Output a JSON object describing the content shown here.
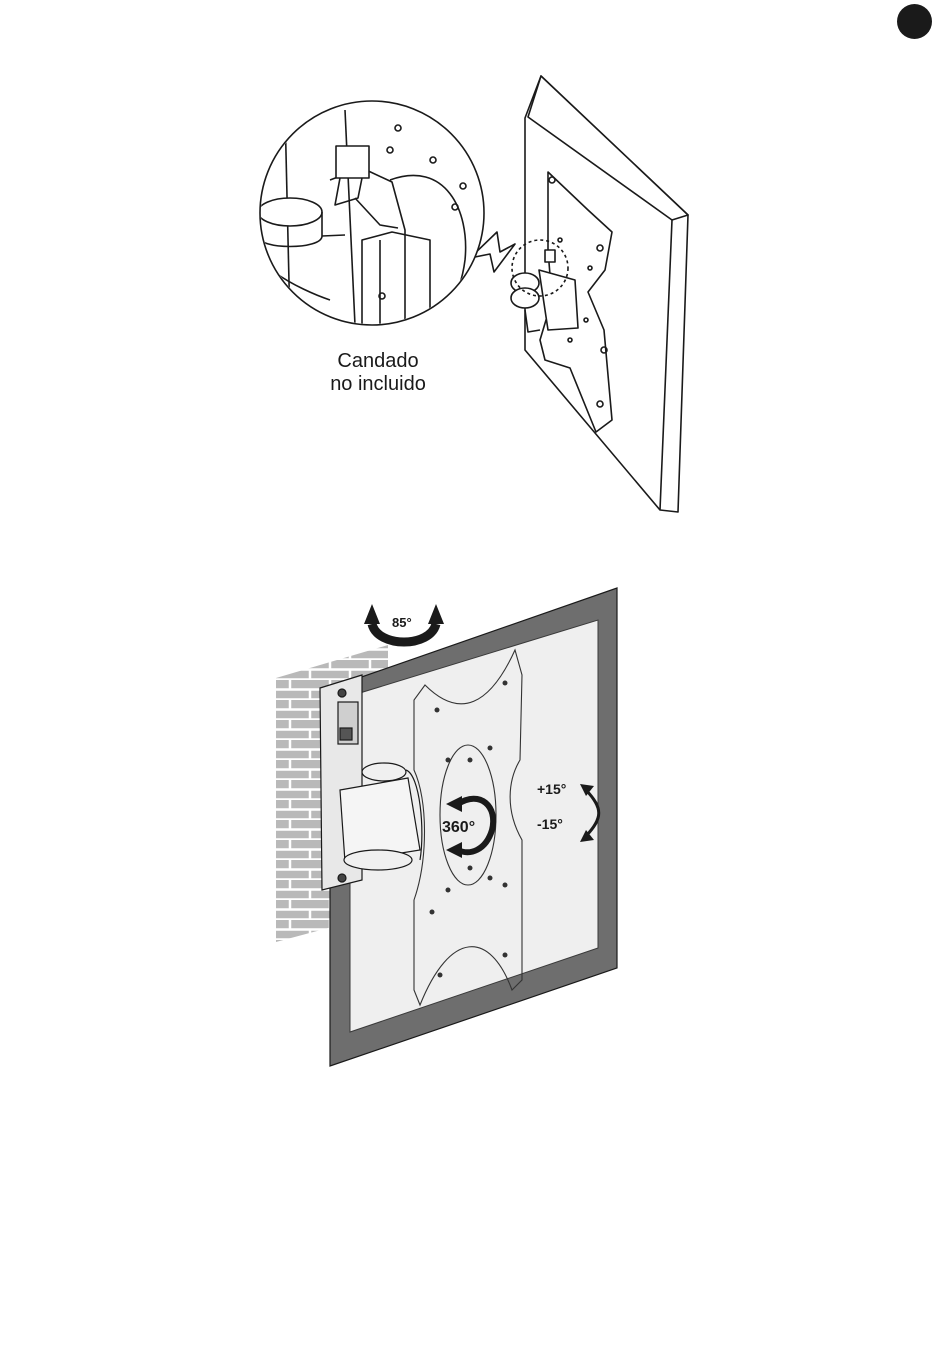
{
  "figure1": {
    "caption_line1": "Candado",
    "caption_line2": "no incluido"
  },
  "figure2": {
    "swivel_label": "85°",
    "rotation_label": "360°",
    "tilt_up_label": "+15°",
    "tilt_down_label": "-15°"
  },
  "colors": {
    "line": "#1a1a1a",
    "tv_frame": "#6e6e6e",
    "screen": "#efefef",
    "wall": "#b9b9b9"
  }
}
